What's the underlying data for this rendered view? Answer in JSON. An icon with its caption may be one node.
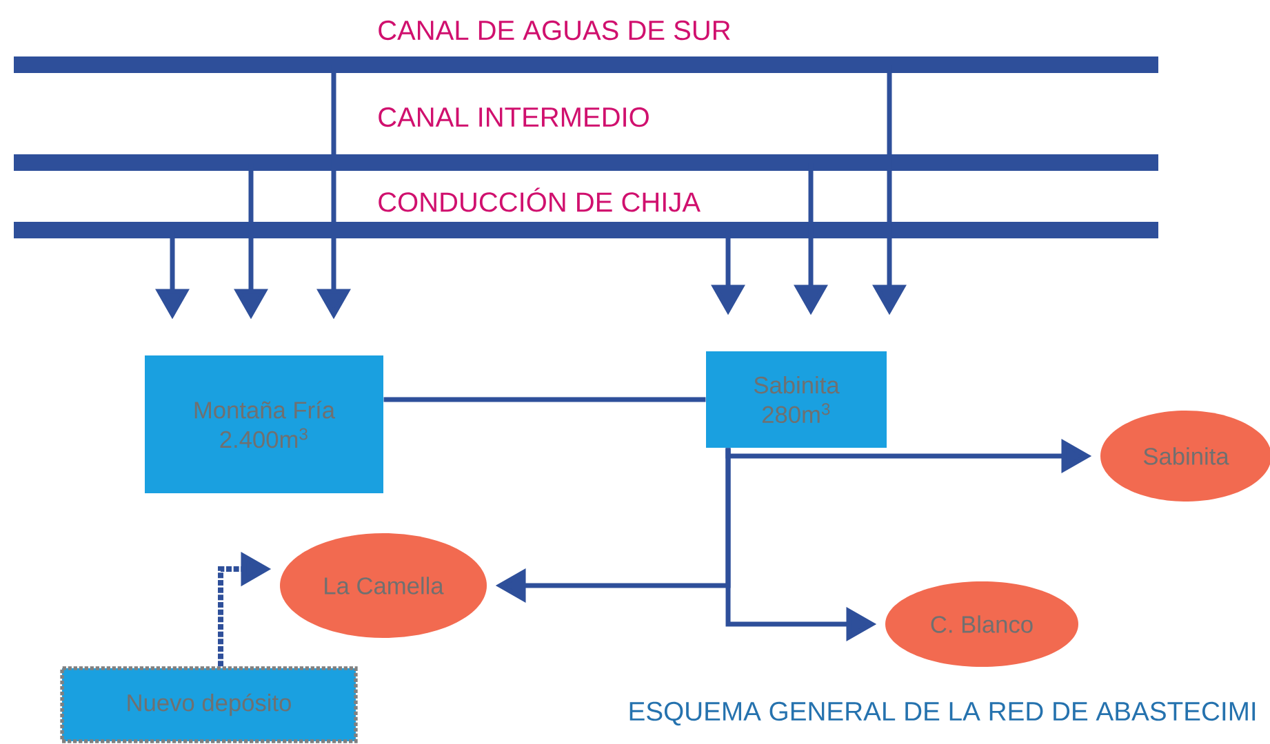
{
  "diagram": {
    "caption": "ESQUEMA GENERAL DE LA RED DE ABASTECIMI",
    "nodes": [
      {
        "text": [
          "CANAL DE AGUAS DE SUR"
        ]
      },
      {
        "text": [
          "CANAL INTERMEDIO"
        ]
      },
      {
        "text": [
          "CONDUCCIÓN DE CHIJA"
        ]
      },
      {
        "text": [
          "Montaña Fría",
          "2.400m$^{3}$"
        ]
      },
      {
        "text": [
          "Sabinita",
          "280m$^{3}$"
        ]
      },
      {
        "text": [
          "Sabinita"
        ]
      },
      {
        "text": [
          "La Camella"
        ]
      },
      {
        "text": [
          "C. Blanco"
        ]
      },
      {
        "text": [
          "Nuevo depósito"
        ]
      }
    ],
    "edges": [
      {
        "from": 2,
        "to": 3,
        "arrow": "to"
      },
      {
        "from": 1,
        "to": 3,
        "arrow": "to"
      },
      {
        "from": 0,
        "to": 3,
        "arrow": "to"
      },
      {
        "from": 2,
        "to": 4,
        "arrow": "to"
      },
      {
        "from": 1,
        "to": 4,
        "arrow": "to"
      },
      {
        "from": 0,
        "to": 4,
        "arrow": "to"
      },
      {
        "from": 3,
        "to": 4,
        "arrow": "none"
      },
      {
        "from": 4,
        "to": 5,
        "arrow": "to"
      },
      {
        "from": 4,
        "to": 6,
        "arrow": "to"
      },
      {
        "from": 4,
        "to": 7,
        "arrow": "to"
      },
      {
        "from": 8,
        "to": 6,
        "arrow": "to",
        "style": "dashed"
      }
    ]
  }
}
